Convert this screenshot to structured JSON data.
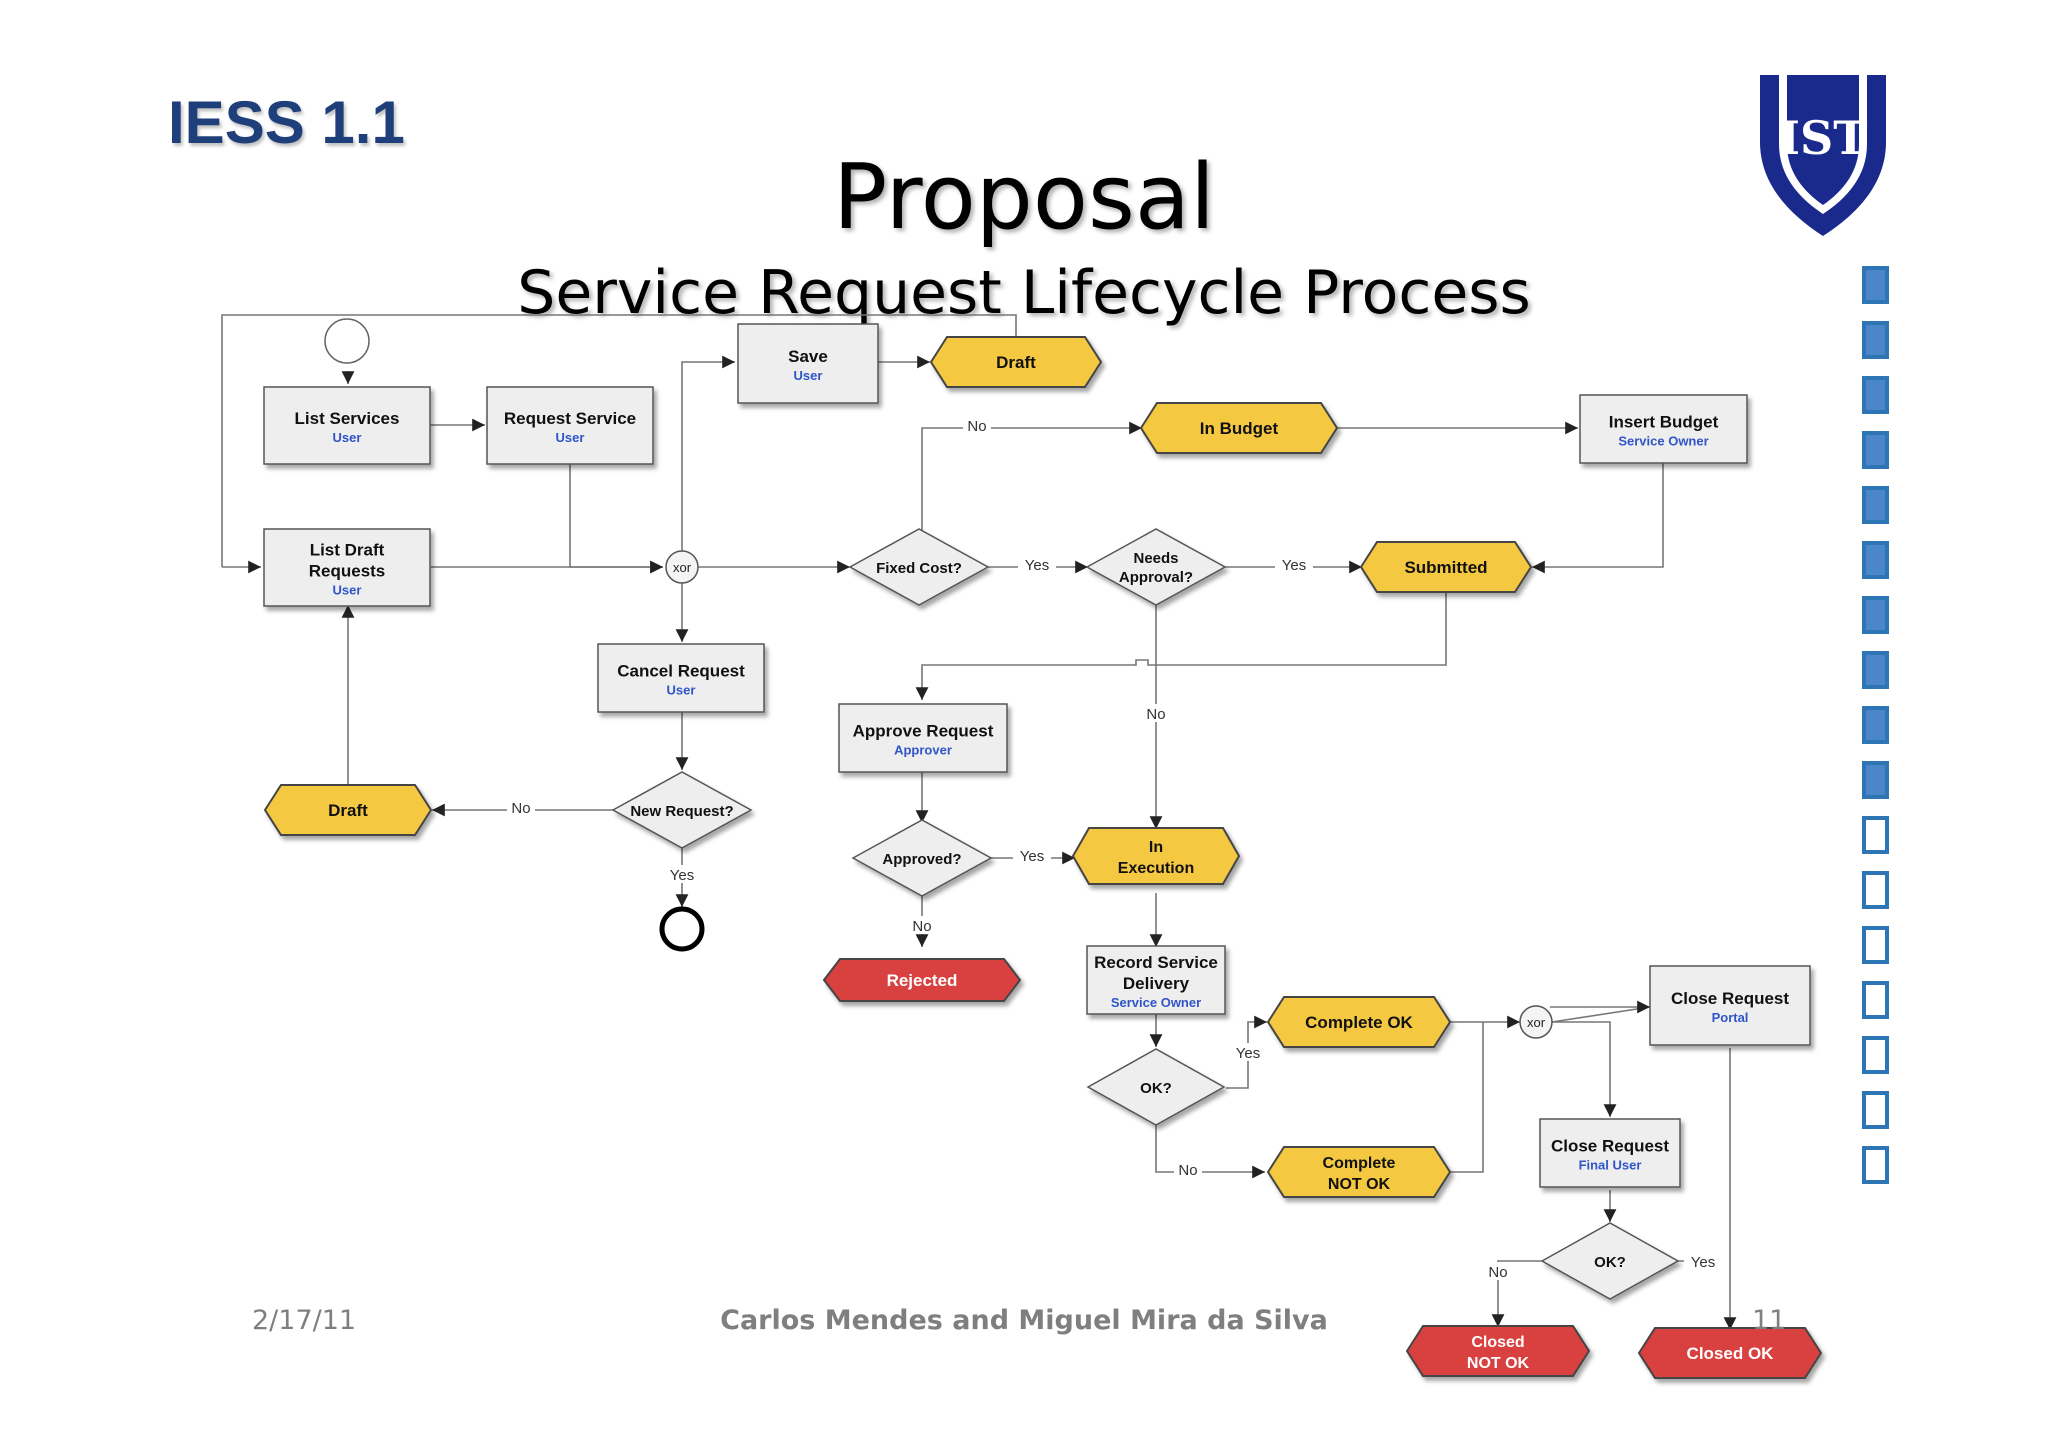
{
  "header": {
    "logo_text": "IESS 1.1",
    "title": "Proposal",
    "subtitle": "Service Request Lifecycle Process",
    "crest": "ist-shield-logo"
  },
  "footer": {
    "date": "2/17/11",
    "authors": "Carlos Mendes and Miguel Mira da Silva",
    "page": "11"
  },
  "progress": {
    "total": 17,
    "completed": 10
  },
  "colors": {
    "state_yellow": "#f5c842",
    "state_red": "#d9403f",
    "box_fill": "#eeeeee",
    "role_blue": "#2f55c8",
    "brand_blue": "#1f3f7a"
  },
  "diagram": {
    "tasks": [
      {
        "id": "list_services",
        "label": "List Services",
        "role": "User"
      },
      {
        "id": "request_service",
        "label": "Request Service",
        "role": "User"
      },
      {
        "id": "save",
        "label": "Save",
        "role": "User"
      },
      {
        "id": "list_draft",
        "label": "List Draft Requests",
        "role": "User"
      },
      {
        "id": "insert_budget",
        "label": "Insert Budget",
        "role": "Service Owner"
      },
      {
        "id": "cancel_request",
        "label": "Cancel Request",
        "role": "User"
      },
      {
        "id": "approve_request",
        "label": "Approve Request",
        "role": "Approver"
      },
      {
        "id": "record_delivery",
        "label": "Record Service Delivery",
        "role": "Service Owner"
      },
      {
        "id": "close_portal",
        "label": "Close Request",
        "role": "Portal"
      },
      {
        "id": "close_final",
        "label": "Close Request",
        "role": "Final User"
      }
    ],
    "states": [
      {
        "id": "draft_top",
        "label": "Draft",
        "color": "#f5c842"
      },
      {
        "id": "in_budget",
        "label": "In Budget",
        "color": "#f5c842"
      },
      {
        "id": "submitted",
        "label": "Submitted",
        "color": "#f5c842"
      },
      {
        "id": "draft_left",
        "label": "Draft",
        "color": "#f5c842"
      },
      {
        "id": "in_execution",
        "label": "In Execution",
        "color": "#f5c842"
      },
      {
        "id": "rejected",
        "label": "Rejected",
        "color": "#d9403f"
      },
      {
        "id": "complete_ok",
        "label": "Complete OK",
        "color": "#f5c842"
      },
      {
        "id": "complete_not_ok",
        "label": "Complete NOT OK",
        "color": "#f5c842"
      },
      {
        "id": "closed_not_ok",
        "label": "Closed NOT OK",
        "color": "#d9403f"
      },
      {
        "id": "closed_ok",
        "label": "Closed OK",
        "color": "#d9403f"
      }
    ],
    "decisions": [
      {
        "id": "fixed_cost",
        "label": "Fixed Cost?"
      },
      {
        "id": "needs_approval",
        "label": "Needs Approval?"
      },
      {
        "id": "new_request",
        "label": "New Request?"
      },
      {
        "id": "approved",
        "label": "Approved?"
      },
      {
        "id": "ok_delivery",
        "label": "OK?"
      },
      {
        "id": "ok_final",
        "label": "OK?"
      }
    ],
    "gateways": [
      {
        "id": "xor_main",
        "label": "xor"
      },
      {
        "id": "xor_close",
        "label": "xor"
      }
    ],
    "edge_labels": [
      {
        "id": "no_fixed",
        "label": "No"
      },
      {
        "id": "yes_fixed",
        "label": "Yes"
      },
      {
        "id": "yes_needs",
        "label": "Yes"
      },
      {
        "id": "no_needs",
        "label": "No"
      },
      {
        "id": "no_new",
        "label": "No"
      },
      {
        "id": "yes_new",
        "label": "Yes"
      },
      {
        "id": "yes_approved",
        "label": "Yes"
      },
      {
        "id": "no_approved",
        "label": "No"
      },
      {
        "id": "yes_ok1",
        "label": "Yes"
      },
      {
        "id": "no_ok1",
        "label": "No"
      },
      {
        "id": "no_ok2",
        "label": "No"
      },
      {
        "id": "yes_ok2",
        "label": "Yes"
      }
    ]
  }
}
